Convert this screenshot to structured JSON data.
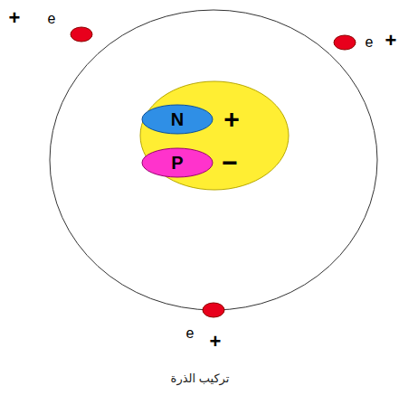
{
  "diagram": {
    "caption": "تركيب الذرة",
    "nodes": [
      {
        "text": [
          "N",
          "+"
        ]
      },
      {
        "text": [
          "P",
          "−"
        ]
      }
    ],
    "labels": [
      "+",
      "e",
      "e",
      "+",
      "e",
      "+"
    ]
  }
}
